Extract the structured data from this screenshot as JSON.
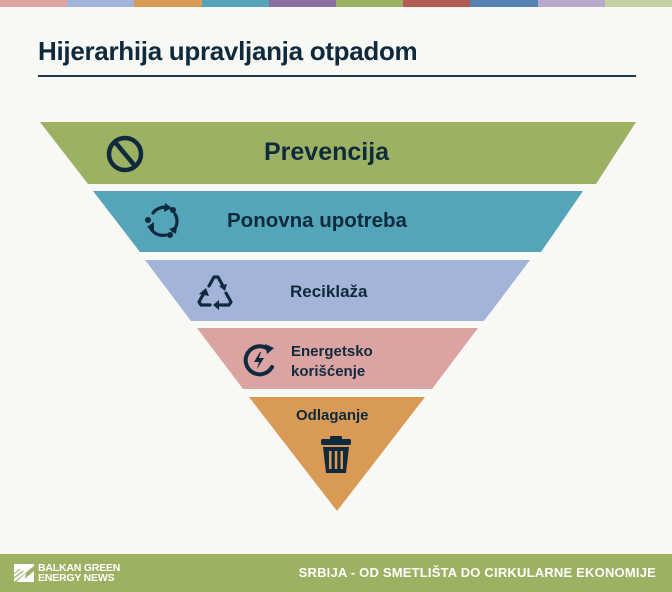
{
  "top_strip": {
    "colors": [
      "#dfa3a1",
      "#a3b4d8",
      "#d99a56",
      "#54a5b9",
      "#8a6e9e",
      "#9cb162",
      "#b15b54",
      "#5683b3",
      "#b8a8c9",
      "#c4d1a2"
    ]
  },
  "header": {
    "title": "Hijerarhija upravljanja otpadom"
  },
  "chart_data": {
    "type": "diagram",
    "title": "Hijerarhija upravljanja otpadom",
    "structure": "inverted pyramid, top = most preferred",
    "levels": [
      {
        "rank": 1,
        "label": "Prevencija",
        "icon": "prohibition-icon",
        "color": "#9cb162"
      },
      {
        "rank": 2,
        "label": "Ponovna upotreba",
        "icon": "reuse-cycle-icon",
        "color": "#54a5b9"
      },
      {
        "rank": 3,
        "label": "Reciklaža",
        "icon": "recycle-icon",
        "color": "#a3b4d8"
      },
      {
        "rank": 4,
        "label": "Energetsko korišćenje",
        "icon": "energy-recovery-icon",
        "color": "#dba3a1"
      },
      {
        "rank": 5,
        "label": "Odlaganje",
        "icon": "trash-bin-icon",
        "color": "#d99a56"
      }
    ]
  },
  "pyramid": {
    "levels": [
      {
        "label": "Prevencija",
        "color": "#9cb162"
      },
      {
        "label": "Ponovna upotreba",
        "color": "#54a5b9"
      },
      {
        "label": "Reciklaža",
        "color": "#a3b4d8"
      },
      {
        "label_line1": "Energetsko",
        "label_line2": "korišćenje",
        "color": "#dba3a1"
      },
      {
        "label": "Odlaganje",
        "color": "#d99a56"
      }
    ],
    "icon_color": "#0f2a3d"
  },
  "footer": {
    "logo_line1": "BALKAN GREEN",
    "logo_line2": "ENERGY NEWS",
    "caption": "SRBIJA - OD SMETLIŠTA DO CIRKULARNE EKONOMIJE",
    "background": "#9cb162"
  }
}
